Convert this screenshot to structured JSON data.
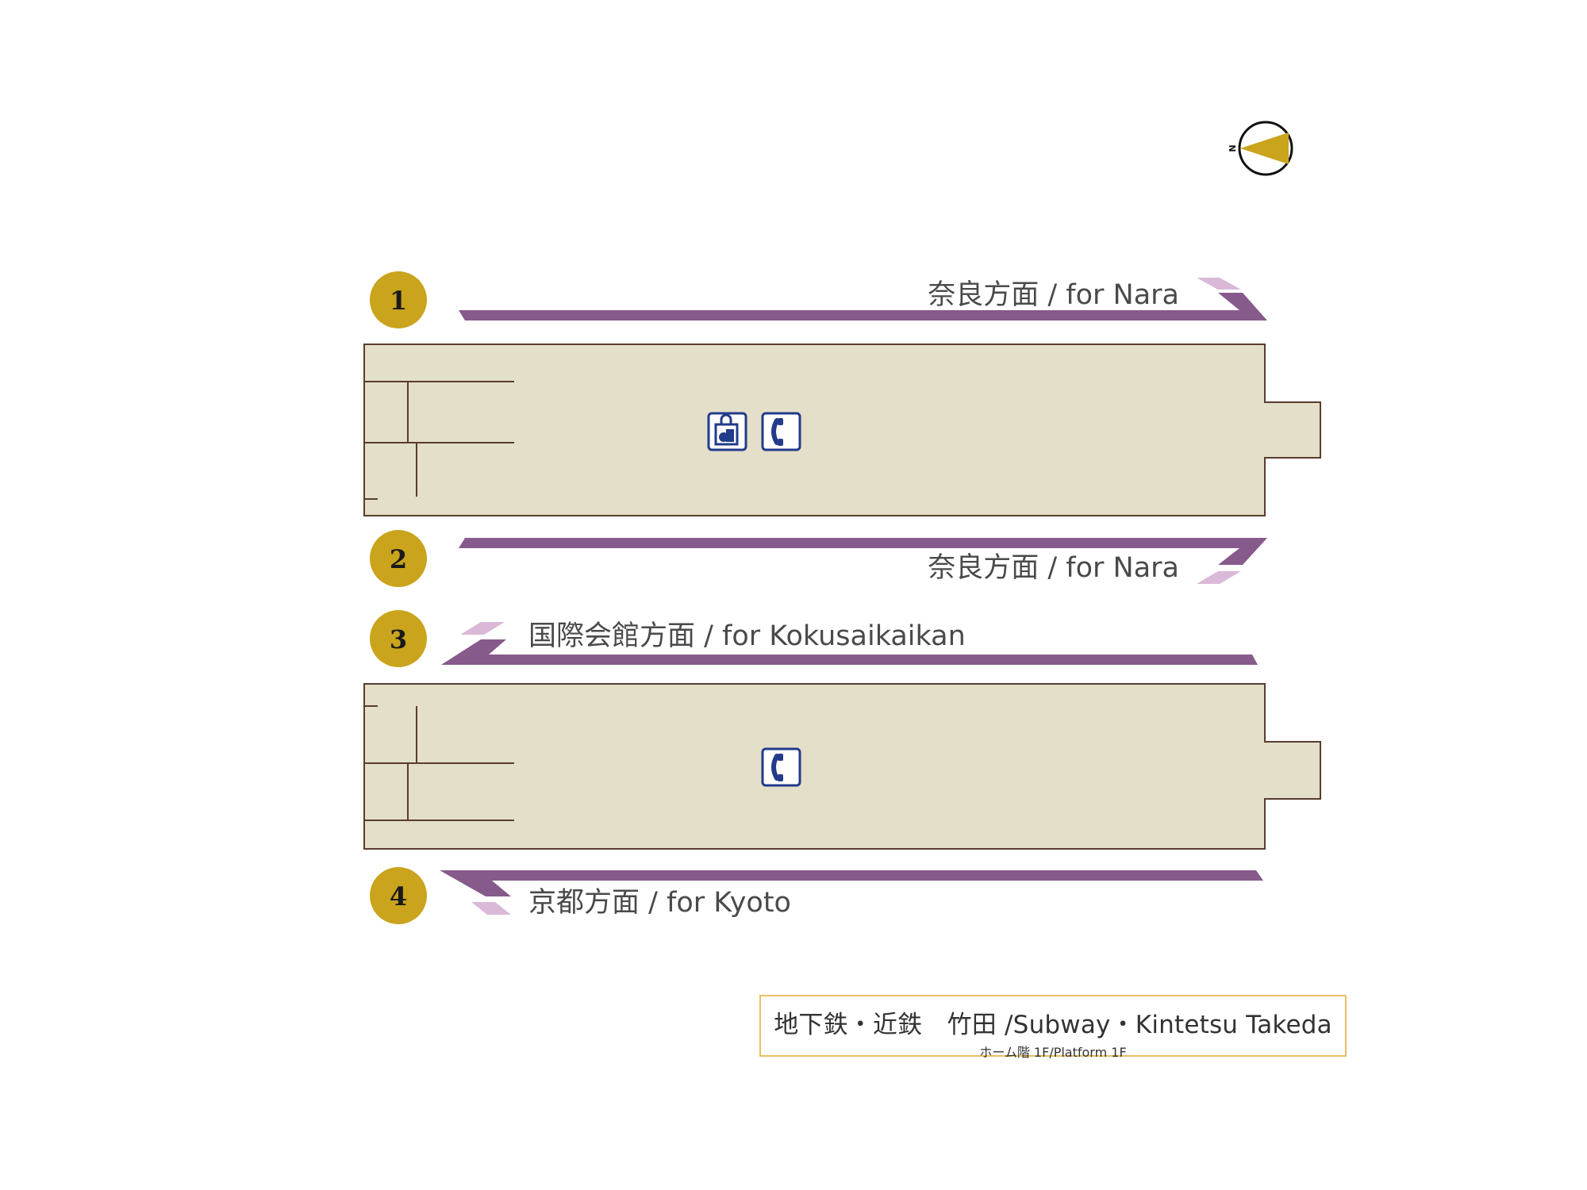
{
  "map": {
    "compass": {
      "label": "N",
      "pointing": "left"
    },
    "tracks": [
      {
        "number": "1",
        "destination": "奈良方面 / for Nara",
        "direction": "right"
      },
      {
        "number": "2",
        "destination": "奈良方面 / for Nara",
        "direction": "right"
      },
      {
        "number": "3",
        "destination": "国際会館方面 / for Kokusaikaikan",
        "direction": "left"
      },
      {
        "number": "4",
        "destination": "京都方面 / for Kyoto",
        "direction": "left"
      }
    ],
    "platforms": [
      {
        "name": "upper-platform",
        "facilities": [
          "coin-locker-icon",
          "telephone-icon"
        ]
      },
      {
        "name": "lower-platform",
        "facilities": [
          "telephone-icon"
        ]
      }
    ],
    "station_title": "地下鉄・近鉄　竹田 /Subway・Kintetsu Takeda",
    "floor_label": "ホーム階 1F/Platform 1F",
    "colors": {
      "track": "#865a8b",
      "track_light": "#d9b9d7",
      "platform_fill": "#e3dfc8",
      "platform_stroke": "#5a3c30",
      "badge": "#c9a41c",
      "icon": "#223b8b"
    }
  }
}
